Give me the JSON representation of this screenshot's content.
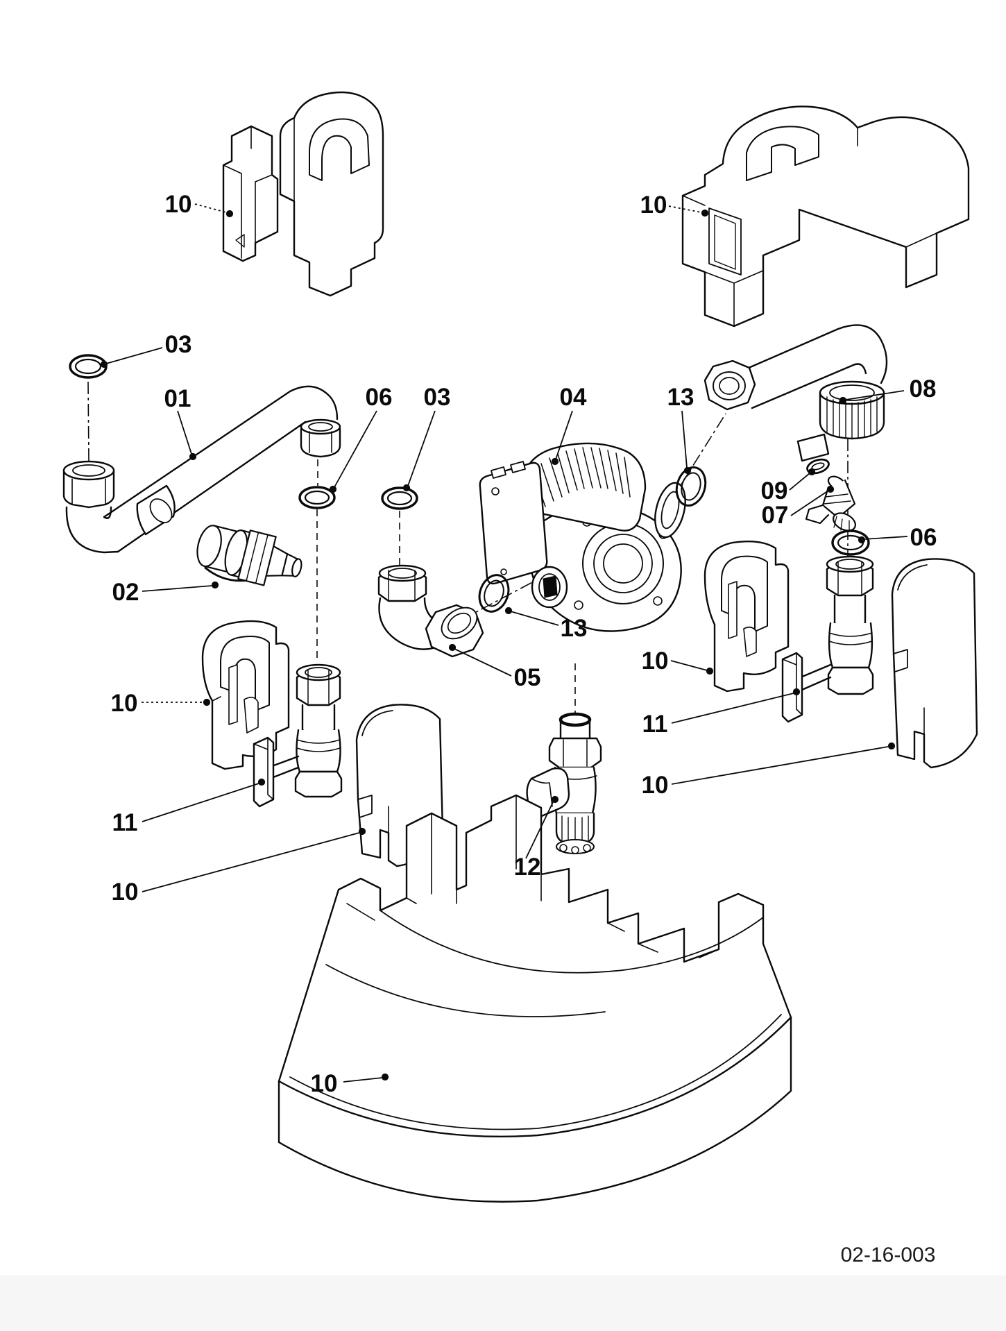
{
  "diagram": {
    "type": "exploded-parts-diagram",
    "drawing_number": "02-16-003",
    "line_color": "#0a0a0a",
    "background": "#ffffff",
    "labels": [
      {
        "id": "insulation-top-left",
        "text": "10"
      },
      {
        "id": "insulation-top-right",
        "text": "10"
      },
      {
        "id": "oring-upper-left",
        "text": "03"
      },
      {
        "id": "pipe",
        "text": "01"
      },
      {
        "id": "oring-mid-left",
        "text": "06"
      },
      {
        "id": "oring-mid",
        "text": "03"
      },
      {
        "id": "pump",
        "text": "04"
      },
      {
        "id": "gasket-right-of-pump",
        "text": "13"
      },
      {
        "id": "elbow-pipe-right",
        "text": "08"
      },
      {
        "id": "clip-ring",
        "text": "09"
      },
      {
        "id": "vent-valve",
        "text": "07"
      },
      {
        "id": "oring-right",
        "text": "06"
      },
      {
        "id": "sensor-fitting",
        "text": "02"
      },
      {
        "id": "gasket-below-pump",
        "text": "13"
      },
      {
        "id": "elbow-fitting",
        "text": "05"
      },
      {
        "id": "insulation-cutaway-left",
        "text": "10"
      },
      {
        "id": "insulation-cutaway-right",
        "text": "10"
      },
      {
        "id": "handle-right",
        "text": "11"
      },
      {
        "id": "insulation-shell-right",
        "text": "10"
      },
      {
        "id": "handle-left",
        "text": "11"
      },
      {
        "id": "insulation-shell-left",
        "text": "10"
      },
      {
        "id": "valve-bottom",
        "text": "12"
      },
      {
        "id": "insulation-tray",
        "text": "10"
      }
    ]
  }
}
